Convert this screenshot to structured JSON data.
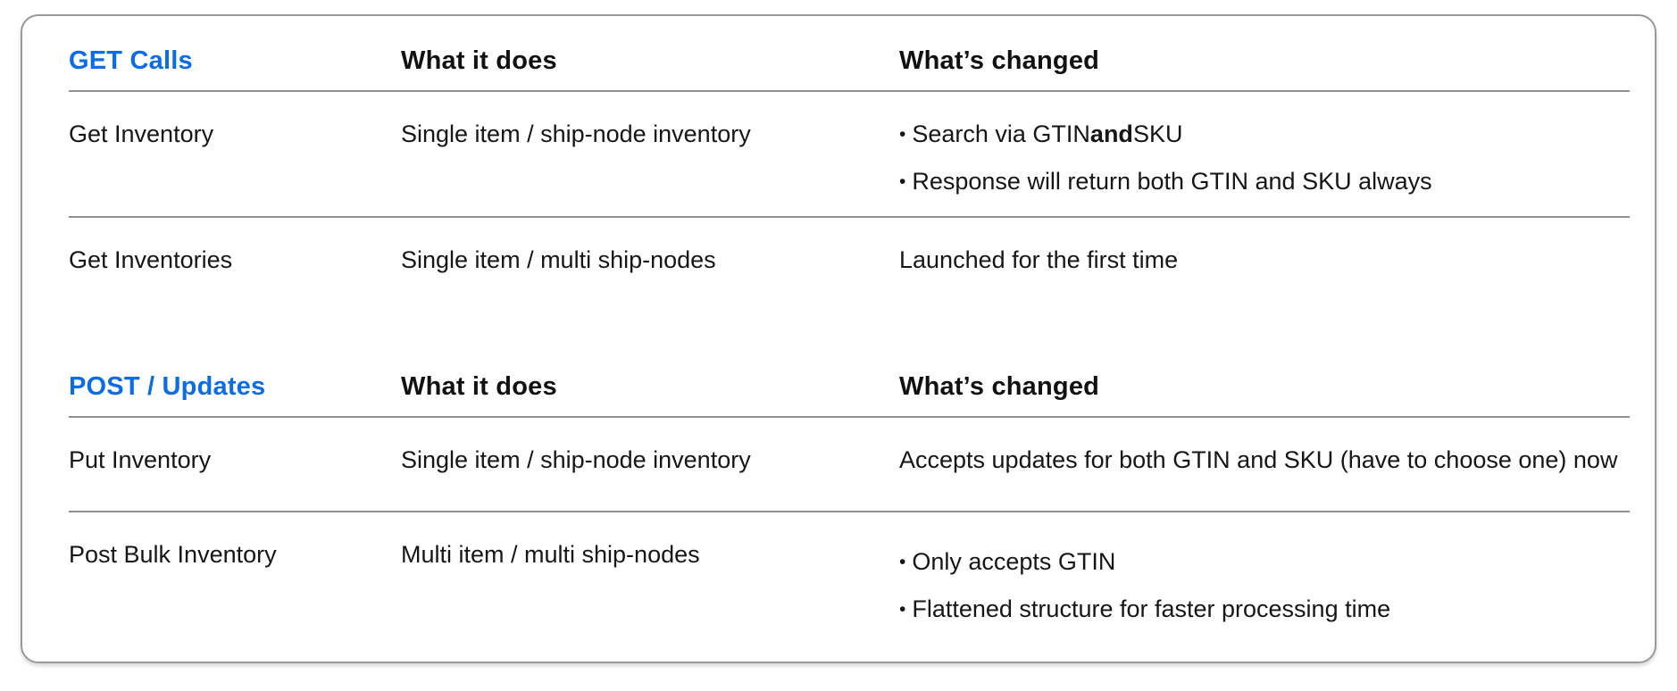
{
  "card": {
    "colors": {
      "accent_blue": "#0b6ce4",
      "divider_gray": "#8e9093",
      "text_dark": "#161616"
    },
    "bullet_glyph": "•",
    "sections": [
      {
        "title": "GET Calls",
        "what_header": "What it does",
        "changed_header": "What’s changed",
        "rows": [
          {
            "call": "Get Inventory",
            "what": "Single item / ship-node inventory",
            "changed": [
              {
                "bullet": true,
                "segments": [
                  {
                    "text": "Search via GTIN ",
                    "bold": false
                  },
                  {
                    "text": "and",
                    "bold": true
                  },
                  {
                    "text": " SKU",
                    "bold": false
                  }
                ]
              },
              {
                "bullet": true,
                "segments": [
                  {
                    "text": "Response will return both GTIN and SKU always",
                    "bold": false
                  }
                ]
              }
            ]
          },
          {
            "call": "Get Inventories",
            "what": "Single item / multi ship-nodes",
            "changed": [
              {
                "bullet": false,
                "segments": [
                  {
                    "text": "Launched for the first time",
                    "bold": false
                  }
                ]
              }
            ]
          }
        ]
      },
      {
        "title": "POST / Updates",
        "what_header": "What it does",
        "changed_header": "What’s changed",
        "rows": [
          {
            "call": "Put Inventory",
            "what": "Single item / ship-node inventory",
            "changed": [
              {
                "bullet": false,
                "segments": [
                  {
                    "text": "Accepts updates for both GTIN and SKU (have to choose one) now",
                    "bold": false
                  }
                ]
              }
            ]
          },
          {
            "call": "Post Bulk Inventory",
            "what": "Multi item / multi ship-nodes",
            "changed": [
              {
                "bullet": true,
                "segments": [
                  {
                    "text": "Only accepts GTIN",
                    "bold": false
                  }
                ]
              },
              {
                "bullet": true,
                "segments": [
                  {
                    "text": "Flattened structure for faster processing time",
                    "bold": false
                  }
                ]
              }
            ]
          }
        ]
      }
    ]
  }
}
